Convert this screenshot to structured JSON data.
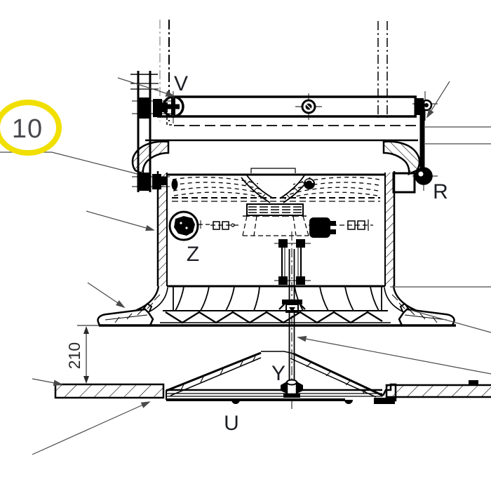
{
  "drawing": {
    "balloon": {
      "number": "10"
    },
    "labels": {
      "v": "V",
      "r": "R",
      "z": "Z",
      "y": "Y",
      "u": "U"
    },
    "dimension": {
      "value": "210"
    },
    "colors": {
      "line": "#000000",
      "leader": "#4a4a4a",
      "label_text": "#1c1e24",
      "balloon_ring": "#F0DF00",
      "balloon_text": "#48494d",
      "dimension_text": "#2a2a2a"
    }
  }
}
